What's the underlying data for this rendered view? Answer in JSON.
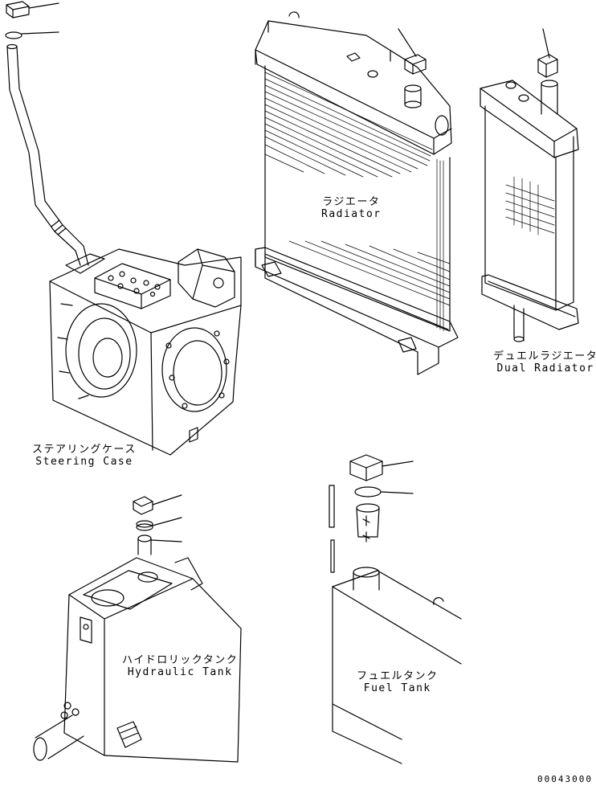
{
  "labels": {
    "steering_case": {
      "ja": "ステアリングケース",
      "en": "Steering Case"
    },
    "radiator": {
      "ja": "ラジエータ",
      "en": "Radiator"
    },
    "dual_radiator": {
      "ja": "デュエルラジエータ",
      "en": "Dual Radiator"
    },
    "hydraulic_tank": {
      "ja": "ハイドロリックタンク",
      "en": "Hydraulic Tank"
    },
    "fuel_tank": {
      "ja": "フュエルタンク",
      "en": "Fuel Tank"
    }
  },
  "document_number": "00043000",
  "line_color": "#000000"
}
